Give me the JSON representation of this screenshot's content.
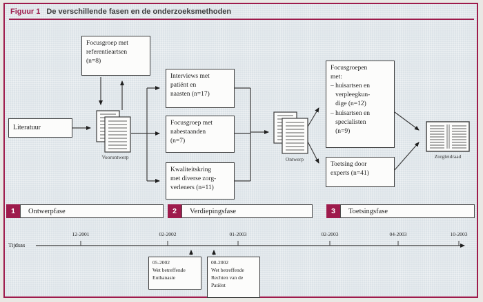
{
  "figure": {
    "label": "Figuur 1",
    "title": "De verschillende fasen en de onderzoeksmethoden"
  },
  "boxes": {
    "literatuur": "Literatuur",
    "focusgroep_referentieartsen": "Focusgroep met\nreferentieartsen\n(n=8)",
    "interviews": "Interviews met\npatiënt en\nnaasten (n=17)",
    "focusgroep_nabestaanden": "Focusgroep met\nnabestaanden\n(n=7)",
    "kwaliteitskring": "Kwaliteitskring\nmet diverse zorg-\nverleners (n=11)",
    "focusgroepen": "Focusgroepen\nmet:\n– huisartsen en\n   verpleegkun-\n   dige (n=12)\n– huisartsen en\n   specialisten\n   (n=9)",
    "toetsing": "Toetsing door\nexperts (n=41)"
  },
  "artifacts": {
    "voorontwerp": "Voorontwerp",
    "ontwerp": "Ontwerp",
    "zorgleidraad": "Zorgleidraad"
  },
  "phases": [
    {
      "number": "1",
      "label": "Ontwerpfase"
    },
    {
      "number": "2",
      "label": "Verdiepingsfase"
    },
    {
      "number": "3",
      "label": "Toetsingsfase"
    }
  ],
  "timeline": {
    "axis_label": "Tijdsas",
    "ticks": [
      "12-2001",
      "02-2002",
      "01-2003",
      "02-2003",
      "04-2003",
      "10-2003"
    ],
    "events": [
      {
        "text": "05-2002\nWet betreffende\nEuthanasie"
      },
      {
        "text": "08-2002\nWet betreffende\nRechten van de\nPatiënt"
      }
    ]
  },
  "colors": {
    "accent": "#9e1b4c",
    "canvas": "#dce3e8"
  }
}
